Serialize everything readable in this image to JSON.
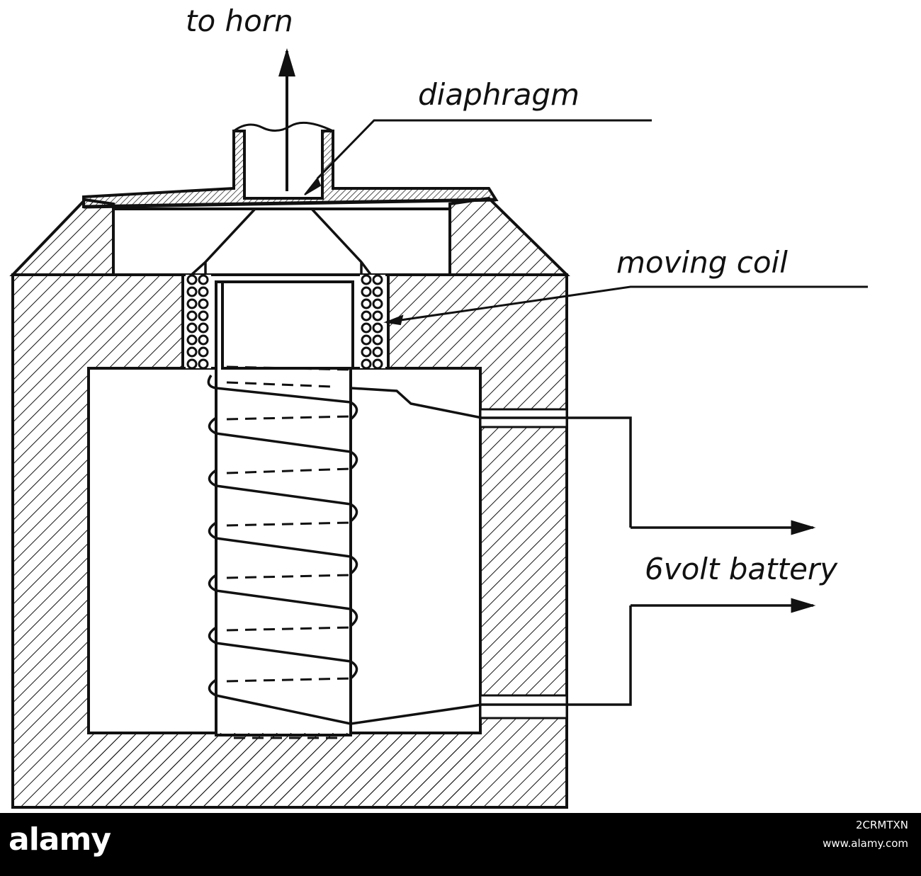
{
  "diagram": {
    "labels": {
      "to_horn": "to horn",
      "diaphragm": "diaphragm",
      "moving_coil": "moving coil",
      "battery": "6volt battery"
    }
  },
  "footer": {
    "brand": "alamy",
    "image_id": "2CRMTXN",
    "url": "www.alamy.com"
  }
}
